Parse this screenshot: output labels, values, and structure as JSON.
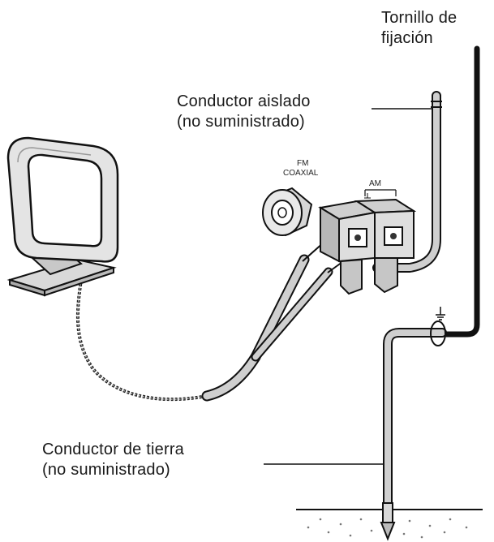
{
  "labels": {
    "screw_line1": "Tornillo de",
    "screw_line2": "fijación",
    "insulated_line1": "Conductor aislado",
    "insulated_line2": "(no suministrado)",
    "ground_line1": "Conductor de tierra",
    "ground_line2": "(no suministrado)",
    "fm_line1": "FM",
    "fm_line2": "COAXIAL",
    "am": "AM"
  },
  "icons": [
    "loop-antenna-icon",
    "fm-coaxial-jack-icon",
    "am-terminal-icon",
    "ground-symbol-icon",
    "ground-stake-icon"
  ]
}
